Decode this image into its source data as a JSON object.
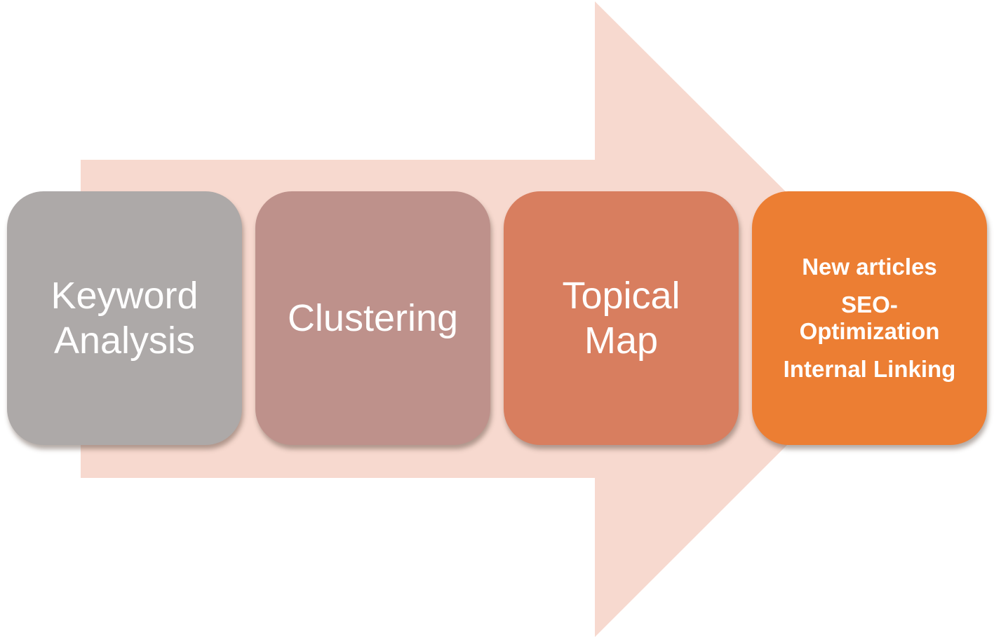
{
  "colors": {
    "arrow": "#f7d9cf",
    "step_1": "#ada9a8",
    "step_2": "#be918b",
    "step_3": "#d87e5f",
    "step_4": "#ec7e33",
    "text": "#ffffff"
  },
  "steps": [
    {
      "label": "Keyword\nAnalysis"
    },
    {
      "label": "Clustering"
    },
    {
      "label": "Topical\nMap"
    },
    {
      "items": [
        "New articles",
        "SEO-Optimization",
        "Internal Linking"
      ]
    }
  ]
}
